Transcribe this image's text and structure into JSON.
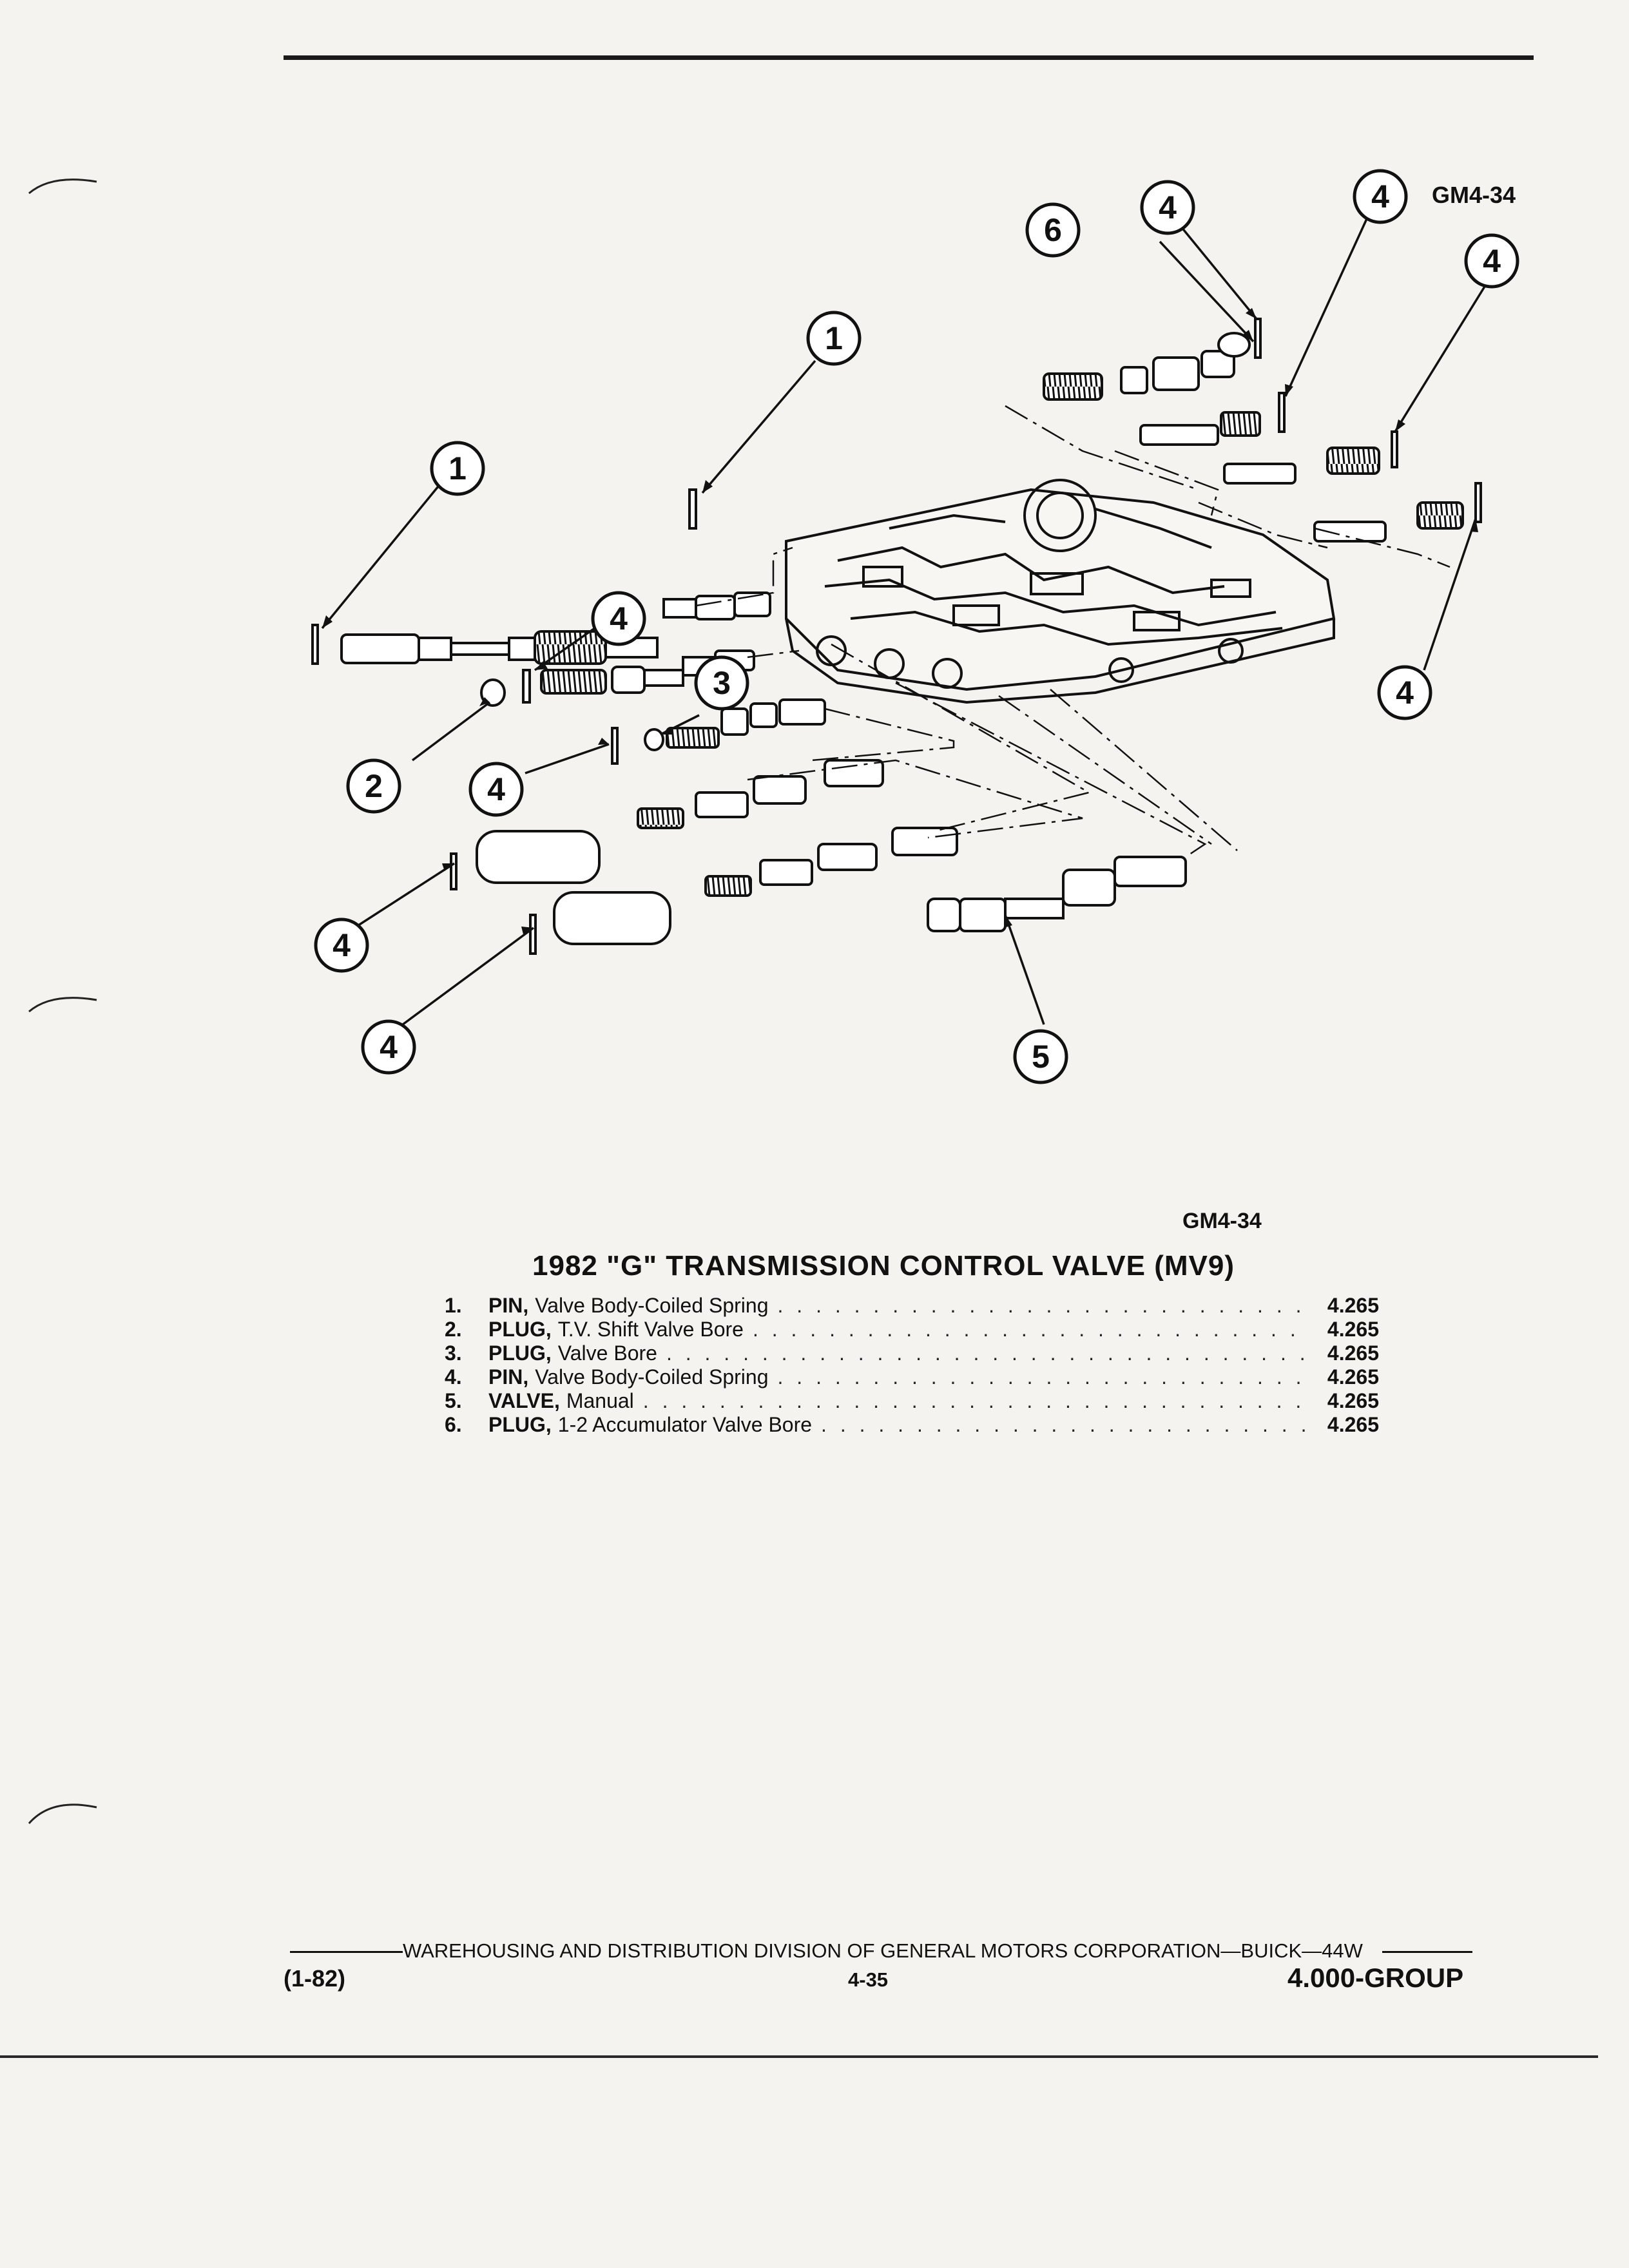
{
  "figure": {
    "code_top": "GM4-34",
    "code_below": "GM4-34",
    "callouts": [
      "1",
      "1",
      "2",
      "3",
      "4",
      "4",
      "4",
      "4",
      "4",
      "4",
      "4",
      "4",
      "5",
      "6"
    ]
  },
  "caption": "1982 \"G\" TRANSMISSION CONTROL VALVE (MV9)",
  "parts": [
    {
      "num": "1.",
      "name": "PIN,",
      "desc": "Valve Body-Coiled Spring",
      "ref": "4.265"
    },
    {
      "num": "2.",
      "name": "PLUG,",
      "desc": "T.V. Shift Valve Bore",
      "ref": "4.265"
    },
    {
      "num": "3.",
      "name": "PLUG,",
      "desc": "Valve Bore",
      "ref": "4.265"
    },
    {
      "num": "4.",
      "name": "PIN,",
      "desc": "Valve Body-Coiled Spring",
      "ref": "4.265"
    },
    {
      "num": "5.",
      "name": "VALVE,",
      "desc": "Manual",
      "ref": "4.265"
    },
    {
      "num": "6.",
      "name": "PLUG,",
      "desc": "1-2 Accumulator Valve Bore",
      "ref": "4.265"
    }
  ],
  "footer": {
    "division": "WAREHOUSING AND DISTRIBUTION  DIVISION OF GENERAL MOTORS CORPORATION—BUICK—44W",
    "date": "(1-82)",
    "page": "4-35",
    "group": "4.000-GROUP"
  }
}
